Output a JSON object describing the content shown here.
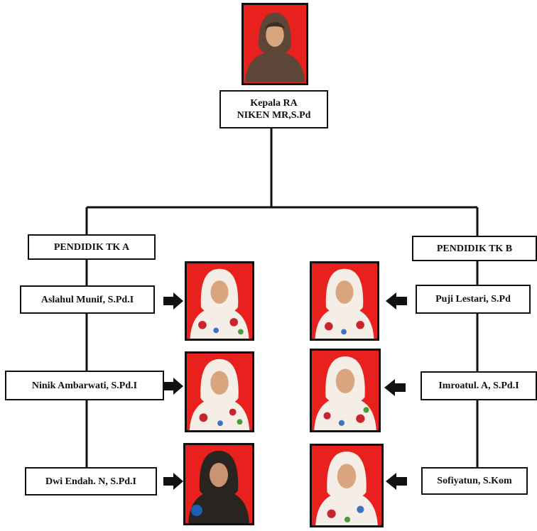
{
  "head": {
    "role": "Kepala RA",
    "name": "NIKEN MR,S.Pd"
  },
  "groups": [
    {
      "title": "PENDIDIK TK A",
      "members": [
        "Aslahul Munif, S.Pd.I",
        "Ninik Ambarwati, S.Pd.I",
        "Dwi Endah. N, S.Pd.I"
      ]
    },
    {
      "title": "PENDIDIK TK B",
      "members": [
        "Puji Lestari, S.Pd",
        "Imroatul. A, S.Pd.I",
        "Sofiyatun, S.Kom"
      ]
    }
  ],
  "colors": {
    "photo_background": "#e8211e",
    "line": "#111111",
    "scarf_brown": "#5b4638",
    "scarf_floral": "#f4eee6",
    "scarf_black": "#2a2420"
  },
  "icons": {
    "connector_arrow": "arrow-icon",
    "portrait": "portrait-icon"
  }
}
